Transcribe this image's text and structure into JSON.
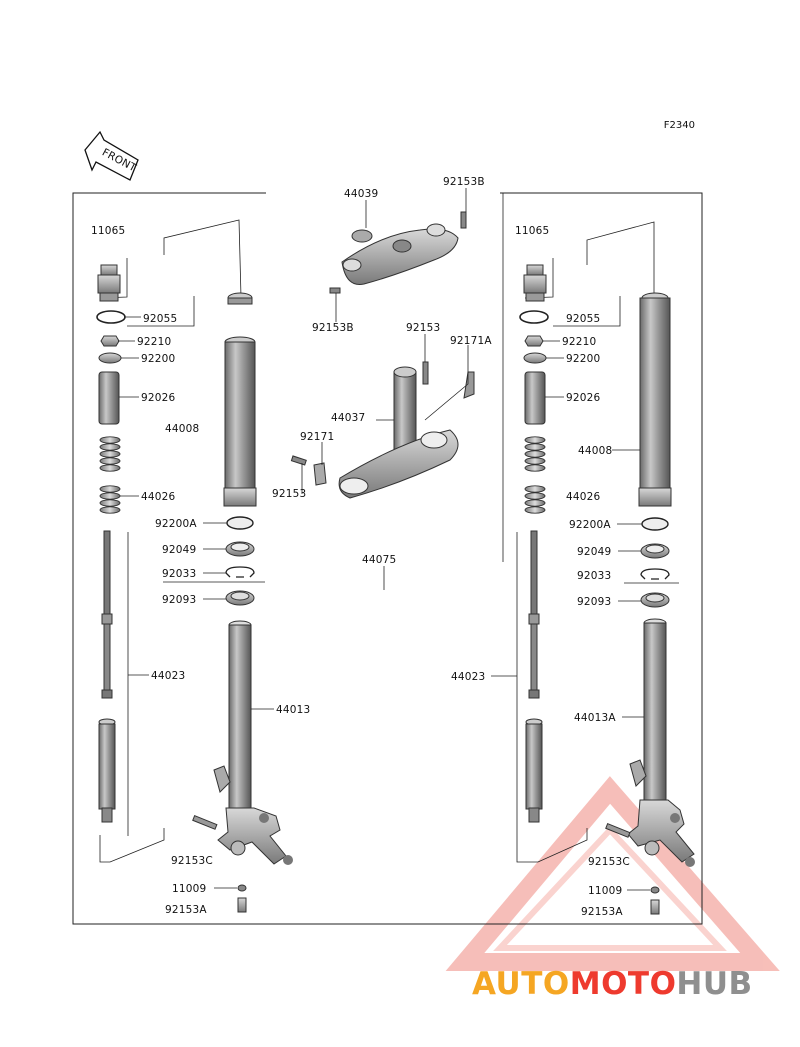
{
  "figure_ref": "F2340",
  "front_arrow": "FRONT",
  "labels": {
    "L_11065": "11065",
    "L_92055": "92055",
    "L_92210": "92210",
    "L_92200": "92200",
    "L_92026": "92026",
    "L_44008": "44008",
    "L_44026": "44026",
    "L_92200A": "92200A",
    "L_92049": "92049",
    "L_92033": "92033",
    "L_92093": "92093",
    "L_44023": "44023",
    "L_44013": "44013",
    "L_92153C": "92153C",
    "L_11009": "11009",
    "L_92153A": "92153A",
    "C_44039": "44039",
    "C_92153B_top": "92153B",
    "C_92153B_bot": "92153B",
    "C_92153_a": "92153",
    "C_92171A": "92171A",
    "C_44037": "44037",
    "C_92171": "92171",
    "C_92153_b": "92153",
    "C_44075": "44075",
    "R_11065": "11065",
    "R_92055": "92055",
    "R_92210": "92210",
    "R_92200": "92200",
    "R_92026": "92026",
    "R_44008": "44008",
    "R_44026": "44026",
    "R_92200A": "92200A",
    "R_92049": "92049",
    "R_92033": "92033",
    "R_92093": "92093",
    "R_44023": "44023",
    "R_44013A": "44013A",
    "R_92153C": "92153C",
    "R_11009": "11009",
    "R_92153A": "92153A"
  },
  "watermark": {
    "part1": "AUTO",
    "part2": "MOTO",
    "part3": "HUB",
    "colors": {
      "auto": "#f5a623",
      "moto": "#ee3a2e",
      "hub": "#8f8f8f"
    }
  }
}
